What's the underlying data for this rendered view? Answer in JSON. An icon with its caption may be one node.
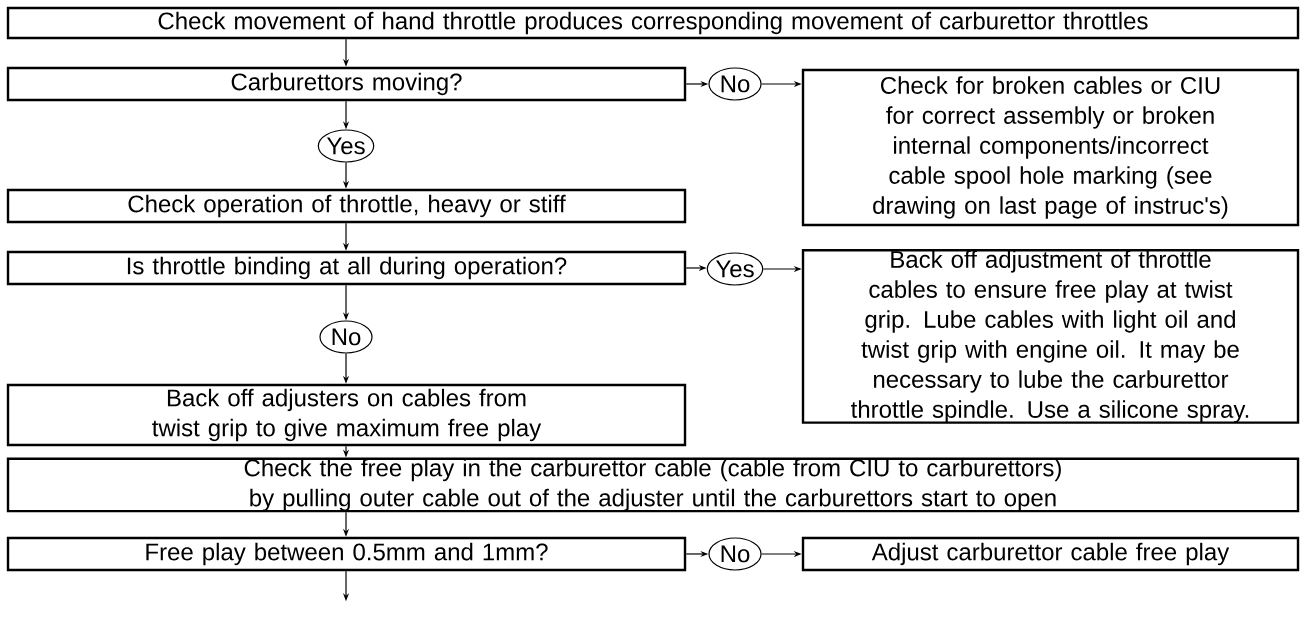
{
  "diagram": {
    "nodes": [
      {
        "text": [
          "Check movement of hand throttle produces corresponding movement of carburettor throttles"
        ]
      },
      {
        "text": [
          "Carburettors moving?"
        ]
      },
      {
        "text": [
          "No"
        ]
      },
      {
        "text": [
          "Check for broken cables or CIU for correct assembly or broken internal components/incorrect cable spool hole marking (see drawing on last page of instruc's)"
        ]
      },
      {
        "text": [
          "Yes"
        ]
      },
      {
        "text": [
          "Check operation of throttle, heavy or stiff"
        ]
      },
      {
        "text": [
          "Is throttle binding at all during operation?"
        ]
      },
      {
        "text": [
          "Yes"
        ]
      },
      {
        "text": [
          "Back off adjustment of throttle cables to ensure free play at twist grip. Lube cables with light oil and twist grip with engine oil.  It may be necessary to lube the carburettor throttle spindle.  Use a silicone spray."
        ]
      },
      {
        "text": [
          "No"
        ]
      },
      {
        "text": [
          "Back off adjusters on cables from twist grip to give maximum free play"
        ]
      },
      {
        "text": [
          "Check the free play in the carburettor cable (cable from CIU to carburettors) by pulling outer cable out of the adjuster until the carburettors start to open"
        ]
      },
      {
        "text": [
          "Free play between 0.5mm and 1mm?"
        ]
      },
      {
        "text": [
          "No"
        ]
      },
      {
        "text": [
          "Adjust carburettor cable free play"
        ]
      }
    ],
    "edges": [
      {
        "from": 0,
        "to": 1,
        "arrow": "to"
      },
      {
        "from": 1,
        "to": 2,
        "arrow": "to"
      },
      {
        "from": 2,
        "to": 3,
        "arrow": "to"
      },
      {
        "from": 1,
        "to": 4,
        "arrow": "to"
      },
      {
        "from": 4,
        "to": 5,
        "arrow": "to"
      },
      {
        "from": 5,
        "to": 6,
        "arrow": "to"
      },
      {
        "from": 6,
        "to": 7,
        "arrow": "to"
      },
      {
        "from": 7,
        "to": 8,
        "arrow": "to"
      },
      {
        "from": 6,
        "to": 9,
        "arrow": "to"
      },
      {
        "from": 9,
        "to": 10,
        "arrow": "to"
      },
      {
        "from": 10,
        "to": 11,
        "arrow": "to"
      },
      {
        "from": 11,
        "to": 12,
        "arrow": "to"
      },
      {
        "from": 12,
        "to": 13,
        "arrow": "to"
      },
      {
        "from": 13,
        "to": 14,
        "arrow": "to"
      },
      {
        "from": 12,
        "to": null,
        "arrow": "to"
      }
    ]
  }
}
